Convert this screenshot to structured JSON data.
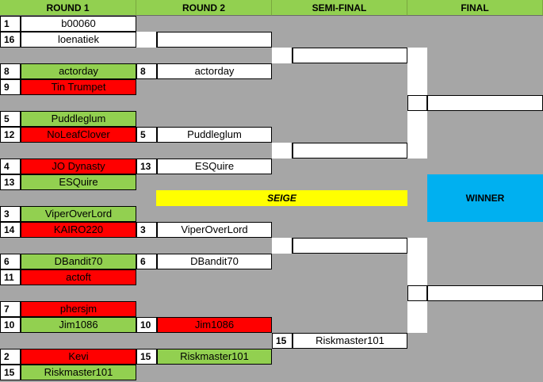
{
  "headers": [
    "ROUND 1",
    "ROUND 2",
    "SEMI-FINAL",
    "FINAL"
  ],
  "round1": [
    {
      "seed": "1",
      "name": "b00060",
      "color": "w"
    },
    {
      "seed": "16",
      "name": "loenatiek",
      "color": "w"
    },
    {
      "seed": "8",
      "name": "actorday",
      "color": "g"
    },
    {
      "seed": "9",
      "name": "Tin Trumpet",
      "color": "r"
    },
    {
      "seed": "5",
      "name": "Puddleglum",
      "color": "g"
    },
    {
      "seed": "12",
      "name": "NoLeafClover",
      "color": "r"
    },
    {
      "seed": "4",
      "name": "JO Dynasty",
      "color": "r"
    },
    {
      "seed": "13",
      "name": "ESQuire",
      "color": "g"
    },
    {
      "seed": "3",
      "name": "ViperOverLord",
      "color": "g"
    },
    {
      "seed": "14",
      "name": "KAIRO220",
      "color": "r"
    },
    {
      "seed": "6",
      "name": "DBandit70",
      "color": "g"
    },
    {
      "seed": "11",
      "name": "actoft",
      "color": "r"
    },
    {
      "seed": "7",
      "name": "phersjm",
      "color": "r"
    },
    {
      "seed": "10",
      "name": "Jim1086",
      "color": "g"
    },
    {
      "seed": "2",
      "name": "Kevi",
      "color": "r"
    },
    {
      "seed": "15",
      "name": "Riskmaster101",
      "color": "g"
    }
  ],
  "round2": [
    {
      "seed": "",
      "name": "",
      "color": "w"
    },
    {
      "seed": "8",
      "name": "actorday",
      "color": "w"
    },
    {
      "seed": "5",
      "name": "Puddleglum",
      "color": "w"
    },
    {
      "seed": "13",
      "name": "ESQuire",
      "color": "w"
    },
    {
      "seed": "3",
      "name": "ViperOverLord",
      "color": "w"
    },
    {
      "seed": "6",
      "name": "DBandit70",
      "color": "w"
    },
    {
      "seed": "10",
      "name": "Jim1086",
      "color": "r"
    },
    {
      "seed": "15",
      "name": "Riskmaster101",
      "color": "g"
    }
  ],
  "semifinal": [
    {
      "seed": "",
      "name": "",
      "color": "w"
    },
    {
      "seed": "",
      "name": "",
      "color": "w"
    },
    {
      "seed": "",
      "name": "",
      "color": "w"
    },
    {
      "seed": "15",
      "name": "Riskmaster101",
      "color": "w"
    }
  ],
  "seige_label": "SEIGE",
  "winner_label": "WINNER"
}
